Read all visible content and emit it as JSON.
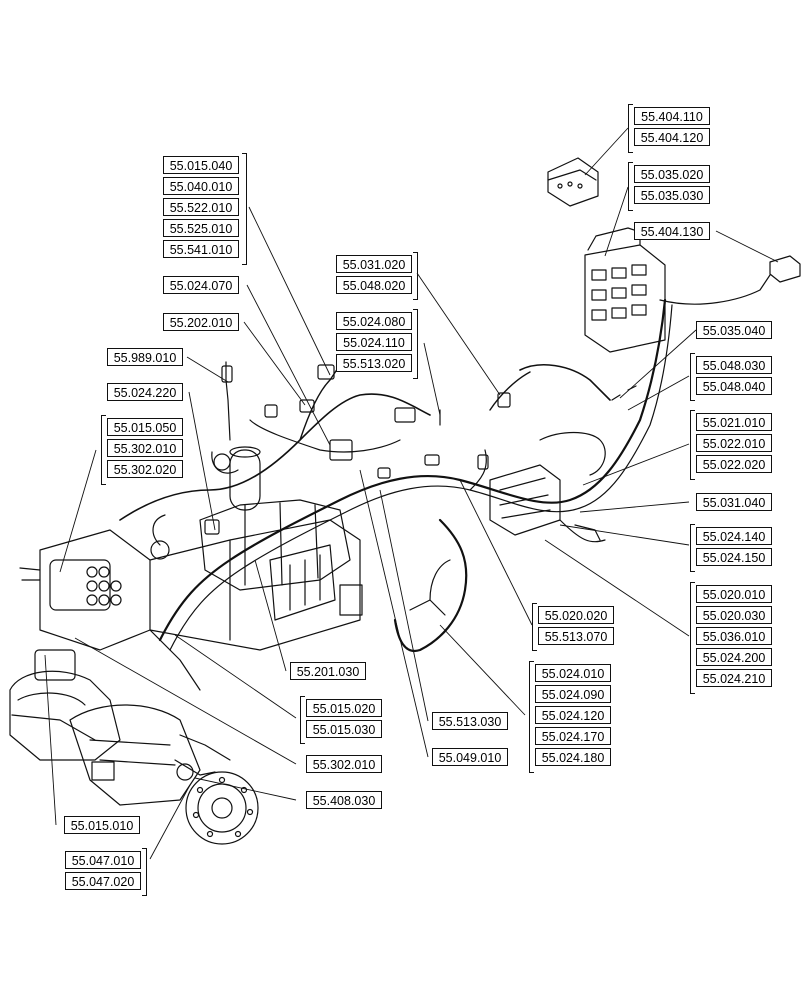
{
  "labels": {
    "g_404": [
      "55.404.110",
      "55.404.120"
    ],
    "g_035": [
      "55.035.020",
      "55.035.030"
    ],
    "g_404_130": [
      "55.404.130"
    ],
    "g_015_040": [
      "55.015.040",
      "55.040.010",
      "55.522.010",
      "55.525.010",
      "55.541.010"
    ],
    "g_031_020": [
      "55.031.020",
      "55.048.020"
    ],
    "g_024_070": [
      "55.024.070"
    ],
    "g_024_080": [
      "55.024.080",
      "55.024.110",
      "55.513.020"
    ],
    "g_202": [
      "55.202.010"
    ],
    "g_035_040": [
      "55.035.040"
    ],
    "g_989": [
      "55.989.010"
    ],
    "g_048_030": [
      "55.048.030",
      "55.048.040"
    ],
    "g_024_220": [
      "55.024.220"
    ],
    "g_021": [
      "55.021.010",
      "55.022.010",
      "55.022.020"
    ],
    "g_015_050": [
      "55.015.050",
      "55.302.010",
      "55.302.020"
    ],
    "g_031_040": [
      "55.031.040"
    ],
    "g_024_140": [
      "55.024.140",
      "55.024.150"
    ],
    "g_020_020": [
      "55.020.020",
      "55.513.070"
    ],
    "g_020_010": [
      "55.020.010",
      "55.020.030",
      "55.036.010",
      "55.024.200",
      "55.024.210"
    ],
    "g_201": [
      "55.201.030"
    ],
    "g_024_010": [
      "55.024.010",
      "55.024.090",
      "55.024.120",
      "55.024.170",
      "55.024.180"
    ],
    "g_015_020": [
      "55.015.020",
      "55.015.030"
    ],
    "g_513_030": [
      "55.513.030"
    ],
    "g_049": [
      "55.049.010"
    ],
    "g_302_010b": [
      "55.302.010"
    ],
    "g_408": [
      "55.408.030"
    ],
    "g_015_010": [
      "55.015.010"
    ],
    "g_047": [
      "55.047.010",
      "55.047.020"
    ]
  }
}
